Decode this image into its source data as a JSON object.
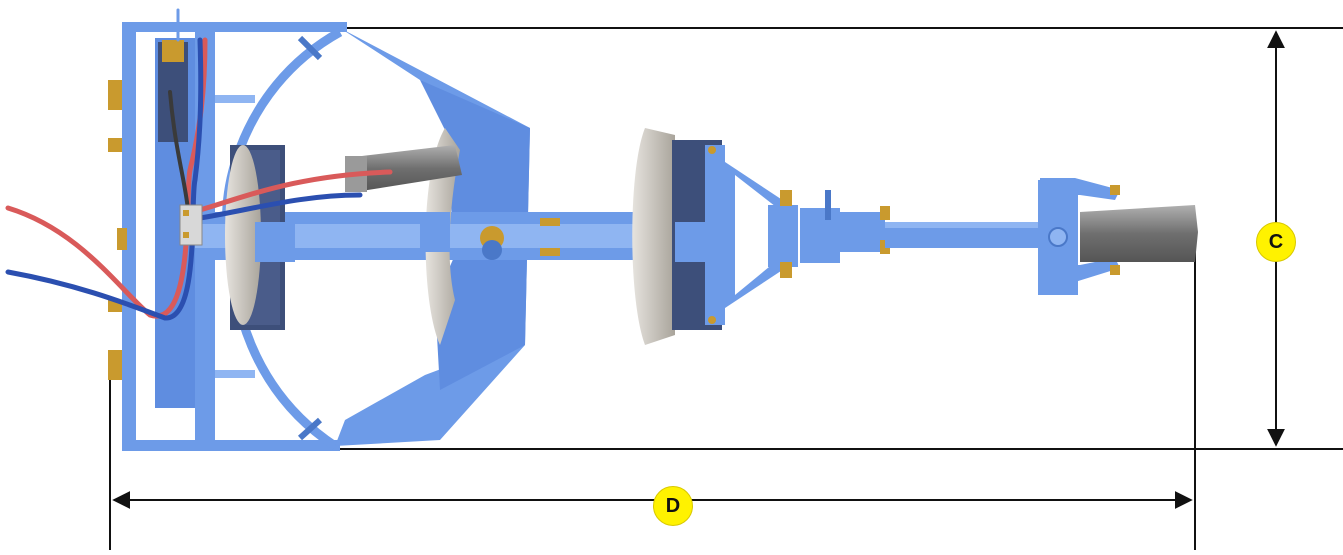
{
  "figure": {
    "description_kind": "top-view dimension drawing",
    "colors": {
      "frame": "#6d9be8",
      "frame_dark": "#4a78c8",
      "frame_light": "#8fb5f2",
      "disc": "#cfcbc4",
      "disc_shade": "#a9a49b",
      "hose_red": "#d95a5a",
      "hose_blue": "#2b4fb0",
      "fitting": "#c99a2e",
      "bracket_dark": "#3d4f7a",
      "gray_tube": "#8d8d8d",
      "label_fill": "#fff200",
      "dimension_line": "#111111"
    }
  },
  "dimensions": {
    "height_label": "C",
    "length_label": "D"
  }
}
